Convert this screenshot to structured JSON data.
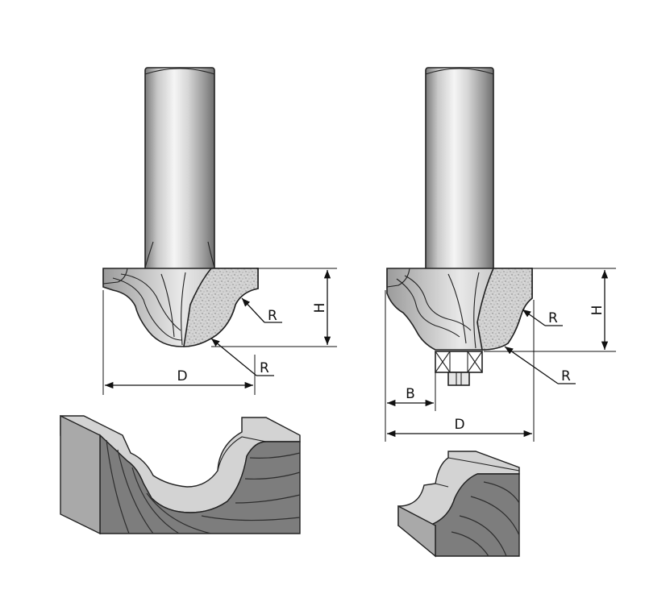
{
  "labels": {
    "left_height": "H",
    "left_radius_upper": "R",
    "left_radius_lower": "R",
    "left_diameter": "D",
    "right_height": "H",
    "right_radius_upper": "R",
    "right_radius_lower": "R",
    "right_bearing_offset": "B",
    "right_diameter": "D"
  },
  "colors": {
    "shank_light": "#f2f2f2",
    "shank_dark": "#8c8c8c",
    "carbide": "#cfcfcf",
    "wood_top": "#d0d0d0",
    "wood_face": "#7d7d7d",
    "wood_side": "#a6a6a6",
    "grain": "#3a3a3a"
  }
}
